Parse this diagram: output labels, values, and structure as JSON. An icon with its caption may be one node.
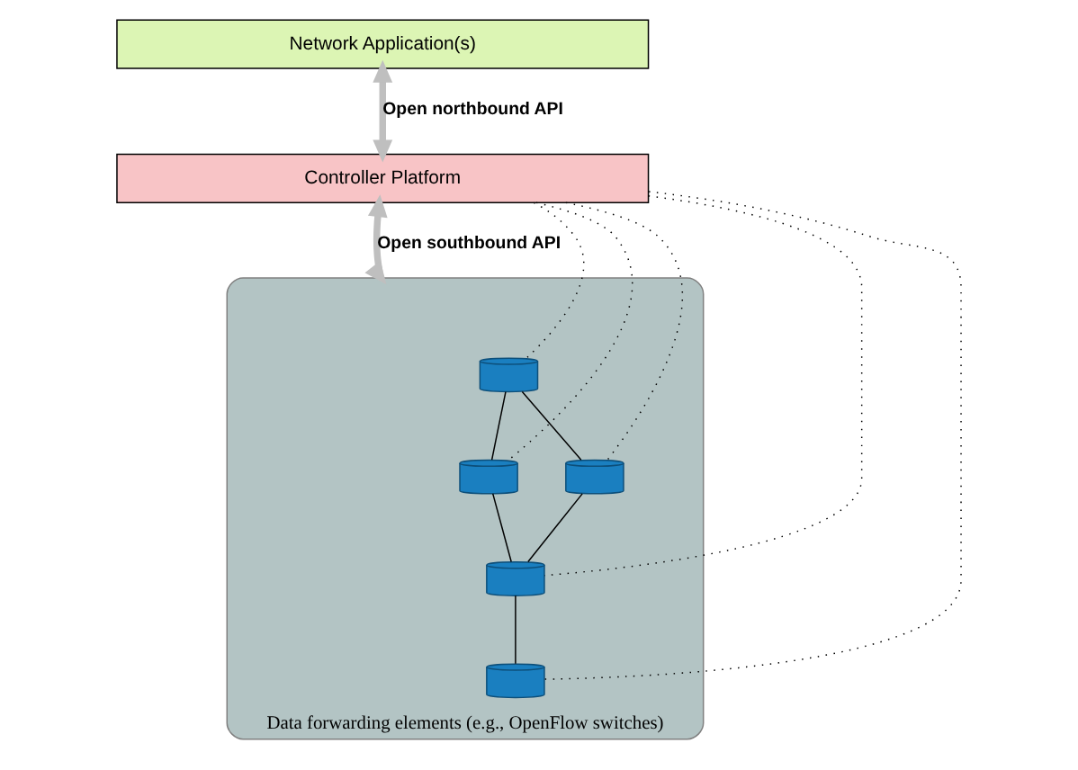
{
  "diagram": {
    "nodes": [
      {
        "text": [
          "Network Application(s)"
        ]
      },
      {
        "text": [
          "Controller Platform"
        ]
      },
      {
        "text": [
          "Data forwarding elements (e.g., OpenFlow switches)"
        ]
      },
      {
        "text": [],
        "shape": "cylinder",
        "in": 2
      },
      {
        "text": [],
        "shape": "cylinder",
        "in": 2
      },
      {
        "text": [],
        "shape": "cylinder",
        "in": 2
      },
      {
        "text": [],
        "shape": "cylinder",
        "in": 2
      },
      {
        "text": [],
        "shape": "cylinder",
        "in": 2
      }
    ],
    "edges": [
      {
        "from": 0,
        "to": 1,
        "arrow": "both",
        "label": "Open northbound API",
        "style": "thick",
        "color": "#bfbfbf"
      },
      {
        "from": 1,
        "to": 2,
        "arrow": "both",
        "label": "Open southbound API",
        "style": "thick",
        "color": "#bfbfbf"
      },
      {
        "from": 1,
        "to": 3,
        "arrow": "none",
        "style": "dashed"
      },
      {
        "from": 1,
        "to": 4,
        "arrow": "none",
        "style": "dashed"
      },
      {
        "from": 1,
        "to": 5,
        "arrow": "none",
        "style": "dashed"
      },
      {
        "from": 1,
        "to": 6,
        "arrow": "none",
        "style": "dashed"
      },
      {
        "from": 1,
        "to": 7,
        "arrow": "none",
        "style": "dashed"
      },
      {
        "from": 3,
        "to": 4,
        "arrow": "none"
      },
      {
        "from": 4,
        "to": 6,
        "arrow": "none"
      },
      {
        "from": 6,
        "to": 7,
        "arrow": "none"
      },
      {
        "from": 3,
        "to": 5,
        "arrow": "none"
      },
      {
        "from": 5,
        "to": 6,
        "arrow": "none"
      }
    ]
  }
}
